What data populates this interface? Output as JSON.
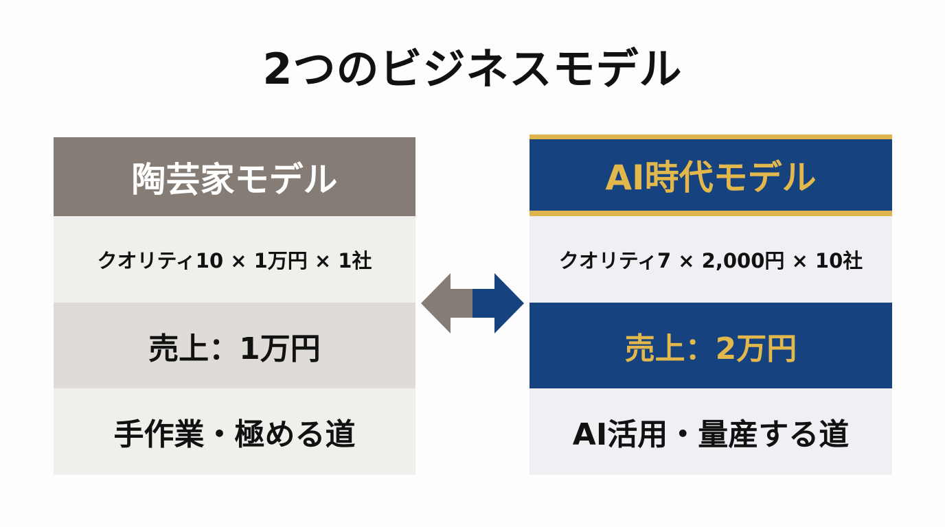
{
  "title": "2つのビジネスモデル",
  "left_model": {
    "header": "陶芸家モデル",
    "formula": "クオリティ10 × 1万円 × 1社",
    "sales": "売上：1万円",
    "motto": "手作業・極める道",
    "colors": {
      "header_bg": "#857d75",
      "header_text": "#ffffff",
      "row_light": "#f0efeb",
      "row_dark": "#dfdcd7"
    }
  },
  "right_model": {
    "header": "AI時代モデル",
    "formula": "クオリティ7 × 2,000円 × 10社",
    "sales": "売上：2万円",
    "motto": "AI活用・量産する道",
    "colors": {
      "header_bg": "#16427f",
      "accent_gold": "#ddb54a",
      "row_light": "#eef0f4"
    }
  },
  "connector": {
    "icon": "double-headed-arrow",
    "left_color": "#857d75",
    "right_color": "#16427f"
  }
}
